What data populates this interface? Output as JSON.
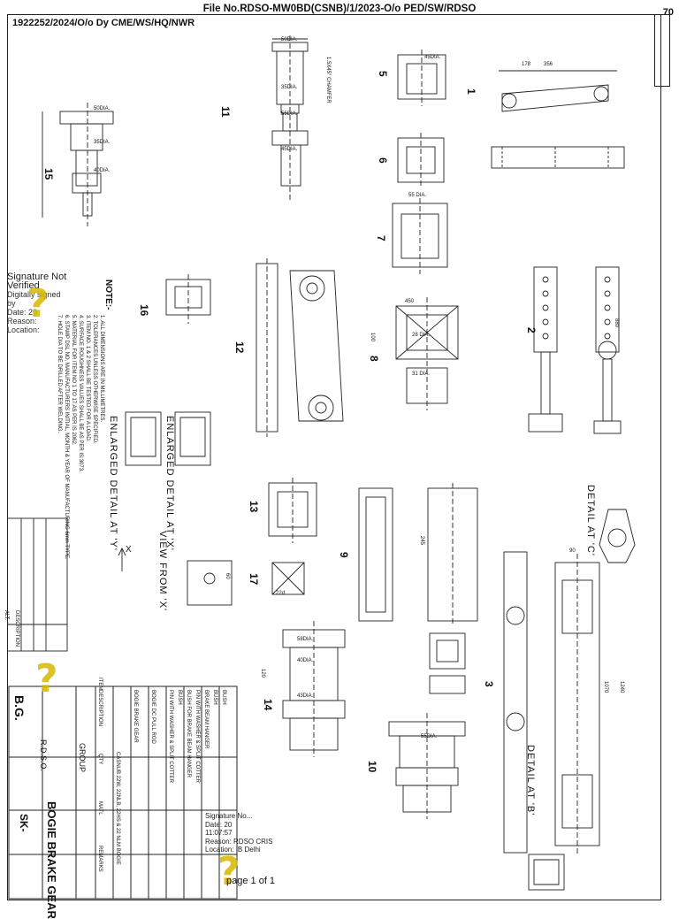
{
  "header": {
    "file_no": "File No.RDSO-MW0BD(CSNB)/1/2023-O/o PED/SW/RDSO",
    "ref_no": "1922252/2024/O/o Dy CME/WS/HQ/NWR",
    "page_number": "70"
  },
  "footer": {
    "page_label": "page 1 of 1"
  },
  "signature_panel": {
    "status": "Signature Not Verified",
    "lines": [
      "Digitally signed by",
      "Date: 20",
      "Reason:",
      "Location:"
    ],
    "bottom_lines": [
      "Signature No...",
      "Date: 20",
      "11:07:57",
      "Reason: RDSO CRIS",
      "Location: IB Delhi"
    ]
  },
  "drawing": {
    "title": "BOGIE BRAKE GEAR",
    "railway": "B.G.",
    "org": "R.D.S.O.",
    "group": "GROUP",
    "sketch_no": "SK-",
    "notes_heading": "NOTE:-",
    "notes": [
      "1. ALL DIMENSIONS ARE IN MILLIMETRES.",
      "2. TOLERANCES UNLESS OTHERWISE SPECIFIED.",
      "3. ITEM NO. 1 & 2 SHALL BE TESTED FOR A LOAD.",
      "4. SURFACE ROUGHNESS VALUES SHALL BE AS PER IS:3073.",
      "5. MATERIAL FOR ITEM NO 1 TO 17 AS PER IS 2062.",
      "6. STAMP DSL NO, MANUFACTURERS INITIAL, MONTH & YEAR OF MANUFACTURING 6mm TYPE.",
      "7. HOLE DIA TO BE DRILLED AFTER WELDING."
    ],
    "views": {
      "detail_y": "ENLARGED DETAIL AT 'Y'",
      "detail_x": "ENLARGED DETAIL AT 'X'",
      "view_x": "VIEW FROM 'X'",
      "detail_c": "DETAIL AT 'C'",
      "detail_b": "DETAIL AT 'B'",
      "arrow_x": "X"
    },
    "item_numbers": [
      "1",
      "2",
      "3",
      "5",
      "6",
      "7",
      "8",
      "9",
      "10",
      "11",
      "12",
      "13",
      "14",
      "15",
      "16",
      "17"
    ],
    "dims": {
      "d1": "50DIA.",
      "d2": "35DIA.",
      "d3": "55DIA.",
      "d4": "45DIA.",
      "d5": "50DIA.",
      "d6": "35DIA.",
      "d7": "40DIA.",
      "d8": "45DIA.",
      "d9": "58DIA.",
      "d10": "40DIA.",
      "d11": "43DIA.",
      "d12": "55DIA.",
      "d13": "450",
      "d14": "356",
      "d15": "178",
      "d16": "1240",
      "d17": "1070",
      "d18": "880",
      "d19": "245",
      "d20": "90",
      "d21": "55 DIA.",
      "d22": "28 DIA.",
      "d23": "31 DIA.",
      "d24": "22d",
      "d25": "1.5X45° CHAMFER",
      "d26": "100",
      "d27": "120",
      "d28": "60"
    },
    "title_block": {
      "rows": [
        "BOGIE BRAKE GEAR",
        "BOGIE DC PULL ROD",
        "PIN WITH WASHER & SPLIT COTTER",
        "BUSH",
        "BUSH FOR BRAKE BEAM HANGER",
        "PIN WITH WASHER & SPLIT COTTER",
        "BRAKE BEAM HANGER",
        "BUSH",
        "BUSH"
      ],
      "col_headings": [
        "ITEM",
        "DESCRIPTION",
        "QTY",
        "MATL",
        "REMARKS"
      ],
      "casnub": "CASNUB 22W, 22NLB, 22HS & 22 NLM BOGIE",
      "revision_heading": "DESCRIPTION",
      "alt": "ALT."
    }
  }
}
